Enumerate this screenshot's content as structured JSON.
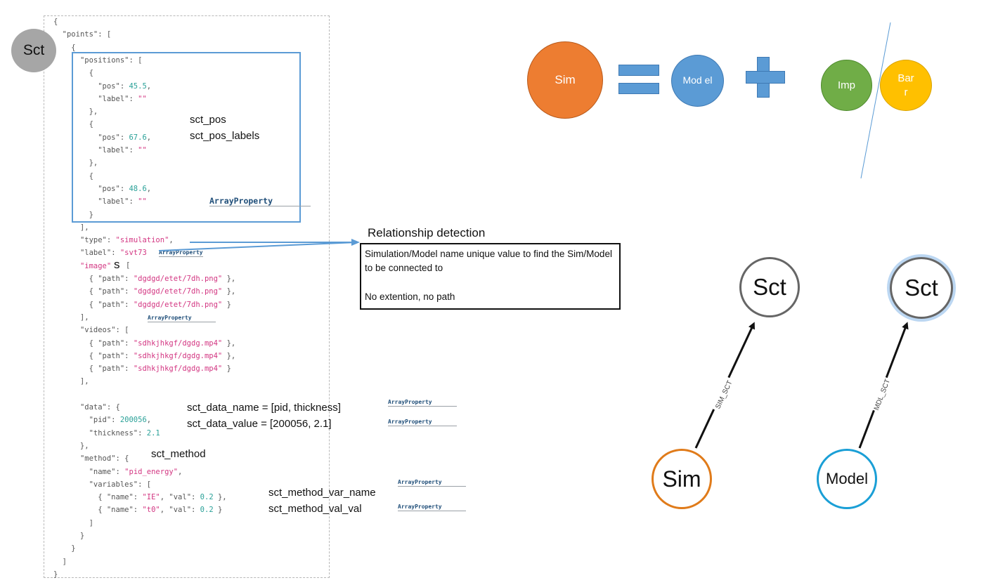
{
  "code": {
    "lines": [
      "{",
      "  \"points\": [",
      "    {",
      "      \"positions\": [",
      "        {",
      "          \"pos\": 45.5,",
      "          \"label\": \"\"",
      "        },",
      "        {",
      "          \"pos\": 67.6,",
      "          \"label\": \"\"",
      "        },",
      "        {",
      "          \"pos\": 48.6,",
      "          \"label\": \"\"",
      "        }",
      "      ],",
      "      \"type\": \"simulation\",",
      "      \"label\": \"svt73",
      "      \"image\"",
      "        { \"path\": \"dgdgd/etet/7dh.png\" },",
      "        { \"path\": \"dgdgd/etet/7dh.png\" },",
      "        { \"path\": \"dgdgd/etet/7dh.png\" }",
      "      ],",
      "      \"videos\": [",
      "        { \"path\": \"sdhkjhkgf/dgdg.mp4\" },",
      "        { \"path\": \"sdhkjhkgf/dgdg.mp4\" },",
      "        { \"path\": \"sdhkjhkgf/dgdg.mp4\" }",
      "      ],",
      "",
      "      \"data\": {",
      "        \"pid\": 200056,",
      "        \"thickness\": 2.1",
      "      },",
      "      \"method\": {",
      "        \"name\": \"pid_energy\",",
      "        \"variables\": [",
      "          { \"name\": \"IE\", \"val\": 0.2 },",
      "          { \"name\": \"t0\", \"val\": 0.2 }",
      "        ]",
      "      }",
      "    }",
      "  ]",
      "}"
    ],
    "image_s": "s",
    "image_bracket": "[",
    "svt_suffix": "ArrayProperty"
  },
  "sct_badge": "Sct",
  "annotations": {
    "sct_pos": "sct_pos",
    "sct_pos_labels": "sct_pos_labels",
    "sct_data_name": "sct_data_name = [pid, thickness]",
    "sct_data_value": "sct_data_value = [200056, 2.1]",
    "sct_method": "sct_method",
    "sct_method_var_name": "sct_method_var_name",
    "sct_method_val_val": "sct_method_val_val",
    "array_property": "ArrayProperty"
  },
  "relationship": {
    "title": "Relationship detection",
    "line1": "Simulation/Model name unique value to find the Sim/Model to be connected to",
    "line2": "No extention, no path"
  },
  "equation": {
    "sim": "Sim",
    "model": "Mod el",
    "imp": "Imp",
    "bar": "Bar r"
  },
  "graphs": [
    {
      "from": "Sim",
      "to": "Sct",
      "edge": "SIM_SCT",
      "from_color": "#e07b1a"
    },
    {
      "from": "Model",
      "to": "Sct",
      "edge": "MDL_SCT",
      "from_color": "#1a9fd6"
    }
  ],
  "colors": {
    "orange": "#ed7d31",
    "blue": "#5b9bd5",
    "green": "#70ad47",
    "gold": "#ffc000",
    "badge_gray": "#a6a6a6"
  }
}
